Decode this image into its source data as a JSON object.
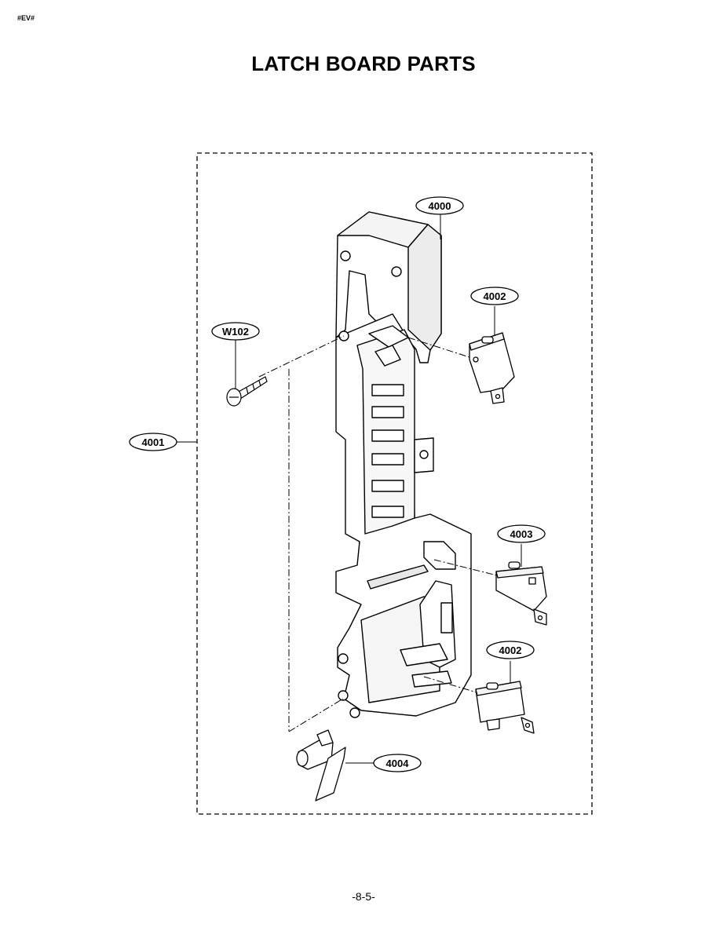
{
  "header": {
    "code": "#EV#"
  },
  "title": "LATCH BOARD PARTS",
  "callouts": {
    "latch_board": "4000",
    "assembly": "4001",
    "switch_top": "4002",
    "switch_mid": "4003",
    "switch_bottom": "4002",
    "lever": "4004",
    "screw": "W102"
  },
  "footer": {
    "page": "-8-5-"
  }
}
